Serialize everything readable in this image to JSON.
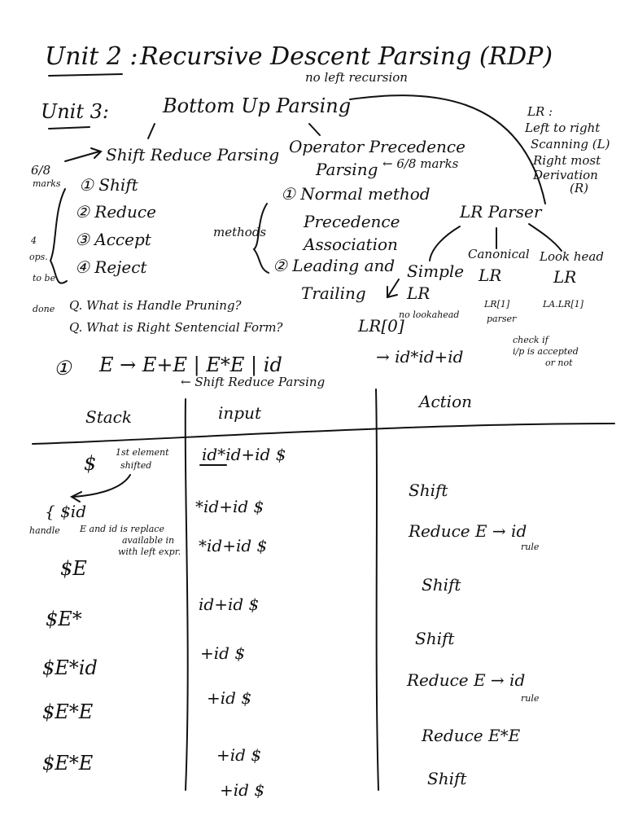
{
  "header": {
    "unit2": "Unit 2 :",
    "rdp_title": "Recursive Descent Parsing (RDP)",
    "rdp_note": "no left recursion",
    "unit3": "Unit 3:",
    "bup_title": "Bottom Up Parsing"
  },
  "lr_note": [
    "LR :",
    "Left to right",
    "Scanning (L)",
    "Right most",
    "Derivation",
    "(R)"
  ],
  "shift_reduce": {
    "title": "Shift Reduce Parsing",
    "marks": [
      "6/8",
      "marks"
    ],
    "items": [
      "① Shift",
      "② Reduce",
      "③ Accept",
      "④ Reject"
    ],
    "side_note": [
      "4",
      "ops.",
      "to be",
      "done"
    ]
  },
  "operator_precedence": {
    "title": "Operator Precedence",
    "title2": "Parsing",
    "marks": "← 6/8 marks",
    "methods_label": "methods",
    "m1": "① Normal method",
    "m1a": "Precedence",
    "m1b": "Association",
    "m2a": "② Leading and",
    "m2b": "Trailing"
  },
  "lr_parser": {
    "title": "LR Parser",
    "simple": "Simple",
    "simple_lr": "LR",
    "canonical": "Canonical",
    "canonical_lr": "LR",
    "lookahead": "Look head",
    "lookahead_lr": "LR",
    "lr0": "LR[0]",
    "no_lookahead": "no lookahead",
    "lr1": "LR[1]",
    "parser": "parser",
    "lalr1": "LA.LR[1]"
  },
  "questions": [
    "Q. What is Handle Pruning?",
    "Q. What is Right Sentencial Form?"
  ],
  "problem": {
    "number": "①",
    "grammar": "E → E+E | E*E | id",
    "string": "→ id*id+id",
    "check_note": [
      "check if",
      "i/p is accepted",
      "or not"
    ],
    "method_note": "← Shift Reduce Parsing"
  },
  "table": {
    "headers": [
      "Stack",
      "input",
      "Action"
    ],
    "stack": [
      "$",
      "{ $id",
      "$E",
      "$E*",
      "$E*id",
      "$E*E",
      "$E*E"
    ],
    "input": [
      "id*id+id $",
      "*id+id $",
      "*id+id $",
      "id+id $",
      "+id $",
      "+id $",
      "+id $",
      "+id $"
    ],
    "action": [
      "Shift",
      "Reduce E → id",
      "Shift",
      "Shift",
      "Reduce E → id",
      "Reduce E*E",
      "Shift"
    ],
    "rule_note": "rule",
    "first_shift_note": [
      "1st element",
      "shifted"
    ],
    "handle_label": "handle",
    "handle_note": [
      "E and id is replace",
      "available in",
      "with left expr."
    ]
  }
}
